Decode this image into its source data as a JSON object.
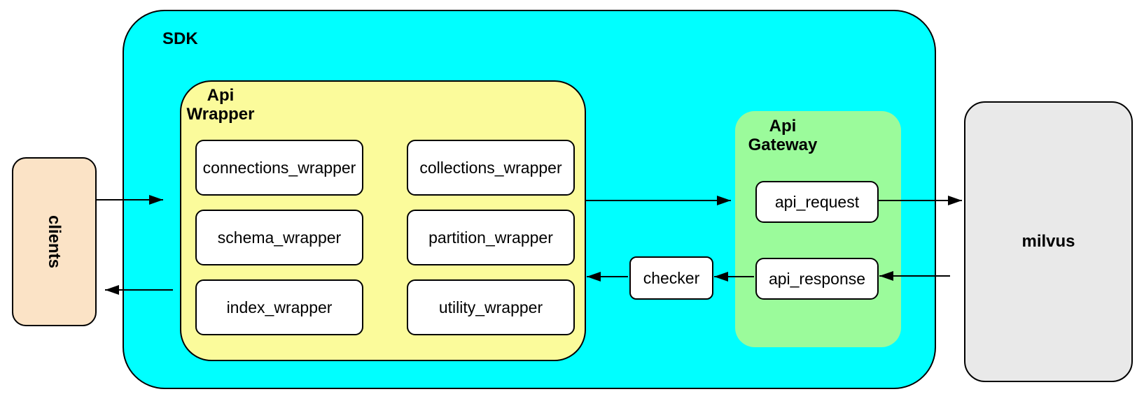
{
  "nodes": {
    "clients": {
      "label": "clients"
    },
    "sdk": {
      "label": "SDK"
    },
    "api_wrapper": {
      "label": "Api\nWrapper",
      "boxes": [
        "connections_wrapper",
        "collections_wrapper",
        "schema_wrapper",
        "partition_wrapper",
        "index_wrapper",
        "utility_wrapper"
      ]
    },
    "checker": {
      "label": "checker"
    },
    "api_gateway": {
      "label": "Api\nGateway",
      "request": "api_request",
      "response": "api_response"
    },
    "milvus": {
      "label": "milvus"
    }
  },
  "colors": {
    "sdk_fill": "#00ffff",
    "wrapper_fill": "#fbfb9b",
    "gateway_fill": "#9bfb9b",
    "clients_fill": "#fbe3c6",
    "milvus_fill": "#e9e9e9",
    "box_fill": "#ffffff",
    "stroke": "#000000",
    "bg": "#ffffff"
  }
}
